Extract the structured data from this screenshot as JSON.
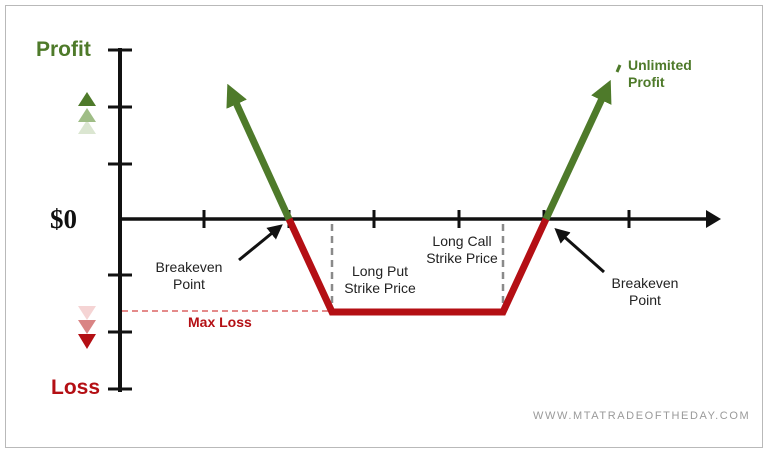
{
  "labels": {
    "profit": "Profit",
    "loss": "Loss",
    "zero": "$0",
    "unlimited_profit_line1": "Unlimited",
    "unlimited_profit_line2": "Profit",
    "breakeven_left_line1": "Breakeven",
    "breakeven_left_line2": "Point",
    "breakeven_right_line1": "Breakeven",
    "breakeven_right_line2": "Point",
    "long_put_line1": "Long Put",
    "long_put_line2": "Strike Price",
    "long_call_line1": "Long Call",
    "long_call_line2": "Strike Price",
    "max_loss": "Max Loss",
    "watermark": "WWW.MTATRADEOFTHEDAY.COM"
  },
  "colors": {
    "profit": "#4e7a2a",
    "loss": "#b40f14",
    "axis": "#111111",
    "strike_dash": "#8a8a8a",
    "max_loss_dash": "#e07a7a"
  },
  "icons": {
    "profit_indicator": "stacked-up-triangles-icon",
    "loss_indicator": "stacked-down-triangles-icon"
  }
}
